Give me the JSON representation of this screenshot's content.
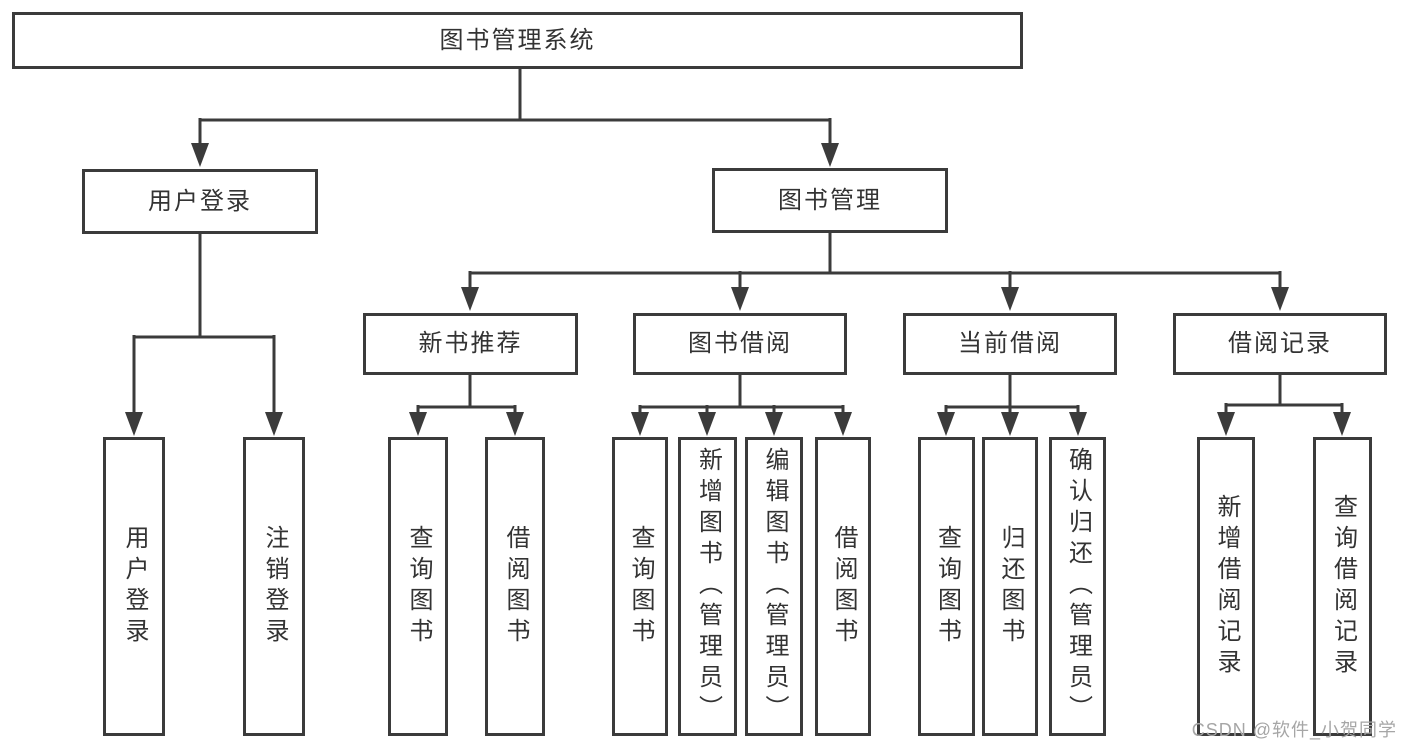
{
  "diagram_type": "tree",
  "tree": {
    "label": "图书管理系统",
    "children": [
      {
        "label": "用户登录",
        "children": [
          {
            "label": "用户登录"
          },
          {
            "label": "注销登录"
          }
        ]
      },
      {
        "label": "图书管理",
        "children": [
          {
            "label": "新书推荐",
            "children": [
              {
                "label": "查询图书"
              },
              {
                "label": "借阅图书"
              }
            ]
          },
          {
            "label": "图书借阅",
            "children": [
              {
                "label": "查询图书"
              },
              {
                "label": "新增图书（管理员）"
              },
              {
                "label": "编辑图书（管理员）"
              },
              {
                "label": "借阅图书"
              }
            ]
          },
          {
            "label": "当前借阅",
            "children": [
              {
                "label": "查询图书"
              },
              {
                "label": "归还图书"
              },
              {
                "label": "确认归还（管理员）"
              }
            ]
          },
          {
            "label": "借阅记录",
            "children": [
              {
                "label": "新增借阅记录"
              },
              {
                "label": "查询借阅记录"
              }
            ]
          }
        ]
      }
    ]
  },
  "watermark": {
    "text": "CSDN @软件_小贺同学"
  },
  "colors": {
    "line": "#3b3b3b",
    "box_border": "#3b3b3b",
    "text": "#333333",
    "background": "#ffffff",
    "watermark": "#a6a6a6"
  }
}
